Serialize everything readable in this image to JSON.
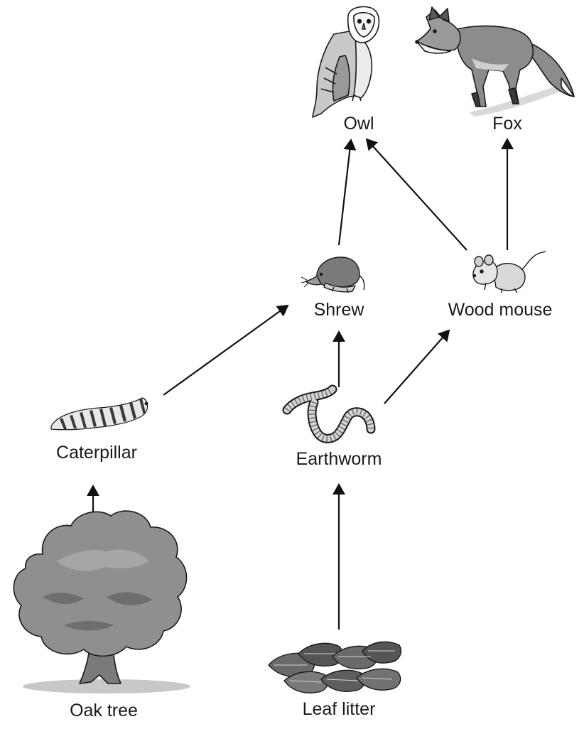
{
  "organisms": {
    "owl": {
      "label": "Owl",
      "icon": "owl-icon"
    },
    "fox": {
      "label": "Fox",
      "icon": "fox-icon"
    },
    "shrew": {
      "label": "Shrew",
      "icon": "shrew-icon"
    },
    "wood_mouse": {
      "label": "Wood mouse",
      "icon": "mouse-icon"
    },
    "caterpillar": {
      "label": "Caterpillar",
      "icon": "caterpillar-icon"
    },
    "earthworm": {
      "label": "Earthworm",
      "icon": "earthworm-icon"
    },
    "oak_tree": {
      "label": "Oak tree",
      "icon": "oak-tree-icon"
    },
    "leaf_litter": {
      "label": "Leaf litter",
      "icon": "leaf-litter-icon"
    }
  },
  "links": [
    {
      "from": "oak_tree",
      "to": "caterpillar"
    },
    {
      "from": "leaf_litter",
      "to": "earthworm"
    },
    {
      "from": "caterpillar",
      "to": "shrew"
    },
    {
      "from": "earthworm",
      "to": "shrew"
    },
    {
      "from": "earthworm",
      "to": "wood_mouse"
    },
    {
      "from": "shrew",
      "to": "owl"
    },
    {
      "from": "wood_mouse",
      "to": "owl"
    },
    {
      "from": "wood_mouse",
      "to": "fox"
    }
  ],
  "colors": {
    "arrow": "#111111",
    "fill_light": "#d9d9d9",
    "fill_mid": "#8c8c8c",
    "fill_dark": "#5a5a5a",
    "outline": "#1a1a1a"
  }
}
